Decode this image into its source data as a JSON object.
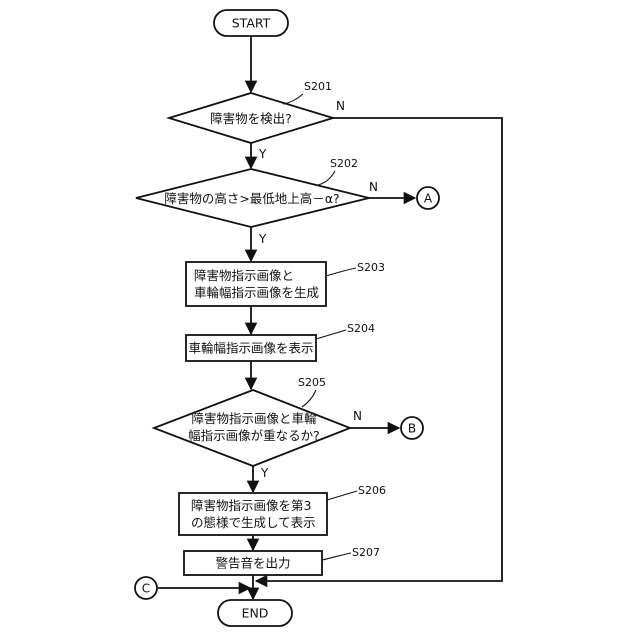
{
  "terminals": {
    "start": "START",
    "end": "END"
  },
  "steps": {
    "s201": {
      "id": "S201",
      "text": "障害物を検出?"
    },
    "s202": {
      "id": "S202",
      "text": "障害物の高さ>最低地上高－α?"
    },
    "s203": {
      "id": "S203",
      "lines": [
        "障害物指示画像と",
        "車輪幅指示画像を生成"
      ]
    },
    "s204": {
      "id": "S204",
      "text": "車輪幅指示画像を表示"
    },
    "s205": {
      "id": "S205",
      "lines": [
        "障害物指示画像と車輪",
        "幅指示画像が重なるか?"
      ]
    },
    "s206": {
      "id": "S206",
      "lines": [
        "障害物指示画像を第3",
        "の態様で生成して表示"
      ]
    },
    "s207": {
      "id": "S207",
      "text": "警告音を出力"
    }
  },
  "branch_labels": {
    "yes": "Y",
    "no": "N"
  },
  "connectors": {
    "a": "A",
    "b": "B",
    "c": "C"
  }
}
